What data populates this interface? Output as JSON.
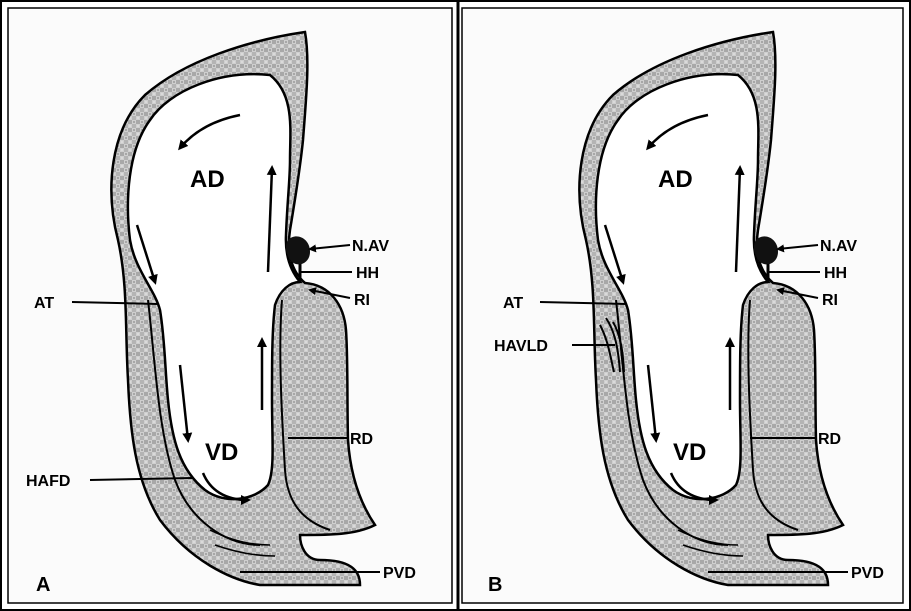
{
  "panels": [
    {
      "letter": "A",
      "labels": {
        "atrium": "AD",
        "ventricle": "VD",
        "av_node": "N.AV",
        "his_bundle": "HH",
        "right_branch": "RI",
        "at": "AT",
        "rd": "RD",
        "accessory": "HAFD",
        "pvd": "PVD"
      }
    },
    {
      "letter": "B",
      "labels": {
        "atrium": "AD",
        "ventricle": "VD",
        "av_node": "N.AV",
        "his_bundle": "HH",
        "right_branch": "RI",
        "at": "AT",
        "rd": "RD",
        "accessory": "HAVLD",
        "pvd": "PVD"
      }
    }
  ]
}
